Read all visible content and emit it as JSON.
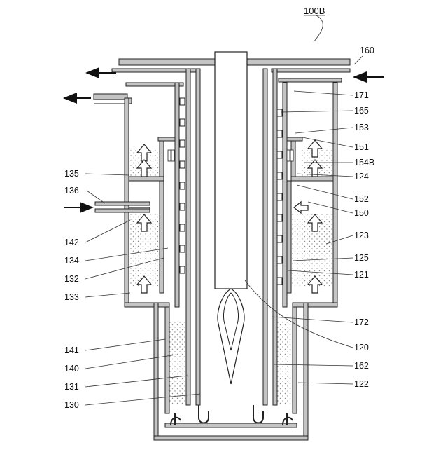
{
  "figure": {
    "title": "100B",
    "labels": [
      "160",
      "171",
      "165",
      "153",
      "151",
      "154B",
      "124",
      "152",
      "150",
      "123",
      "125",
      "121",
      "172",
      "120",
      "162",
      "122",
      "135",
      "136",
      "142",
      "134",
      "132",
      "133",
      "141",
      "140",
      "131",
      "130"
    ]
  },
  "colors": {
    "wall": "#c4c4c4",
    "line": "#222222",
    "dots": "#8a8a8a"
  }
}
